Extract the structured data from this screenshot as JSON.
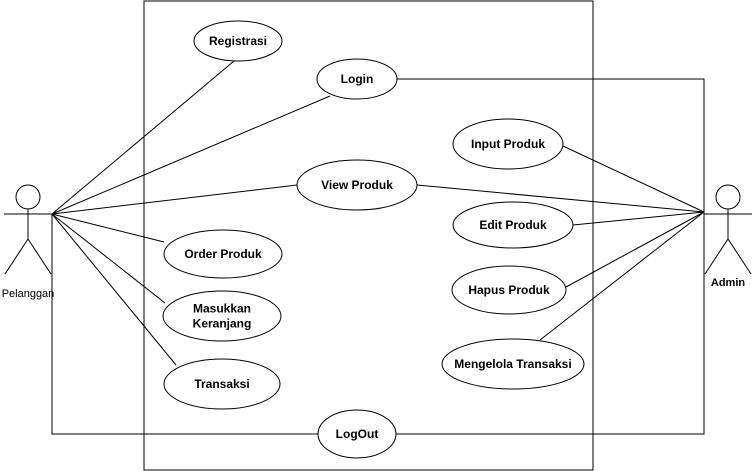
{
  "diagram": {
    "type": "use-case",
    "actors": [
      {
        "id": "pelanggan",
        "label": "Pelanggan"
      },
      {
        "id": "admin",
        "label": "Admin"
      }
    ],
    "use_cases": [
      {
        "id": "registrasi",
        "lines": [
          "Registrasi"
        ]
      },
      {
        "id": "login",
        "lines": [
          "Login"
        ]
      },
      {
        "id": "view-produk",
        "lines": [
          "View Produk"
        ]
      },
      {
        "id": "order-produk",
        "lines": [
          "Order Produk"
        ]
      },
      {
        "id": "masukkan-keranjang",
        "lines": [
          "Masukkan",
          "Keranjang"
        ]
      },
      {
        "id": "transaksi",
        "lines": [
          "Transaksi"
        ]
      },
      {
        "id": "logout",
        "lines": [
          "LogOut"
        ]
      },
      {
        "id": "input-produk",
        "lines": [
          "Input Produk"
        ]
      },
      {
        "id": "edit-produk",
        "lines": [
          "Edit Produk"
        ]
      },
      {
        "id": "hapus-produk",
        "lines": [
          "Hapus Produk"
        ]
      },
      {
        "id": "mengelola-transaksi",
        "lines": [
          "Mengelola Transaksi"
        ]
      }
    ],
    "associations": [
      {
        "actor": "pelanggan",
        "use_case": "registrasi"
      },
      {
        "actor": "pelanggan",
        "use_case": "login"
      },
      {
        "actor": "pelanggan",
        "use_case": "view-produk"
      },
      {
        "actor": "pelanggan",
        "use_case": "order-produk"
      },
      {
        "actor": "pelanggan",
        "use_case": "masukkan-keranjang"
      },
      {
        "actor": "pelanggan",
        "use_case": "transaksi"
      },
      {
        "actor": "pelanggan",
        "use_case": "logout"
      },
      {
        "actor": "admin",
        "use_case": "login"
      },
      {
        "actor": "admin",
        "use_case": "view-produk"
      },
      {
        "actor": "admin",
        "use_case": "input-produk"
      },
      {
        "actor": "admin",
        "use_case": "edit-produk"
      },
      {
        "actor": "admin",
        "use_case": "hapus-produk"
      },
      {
        "actor": "admin",
        "use_case": "mengelola-transaksi"
      },
      {
        "actor": "admin",
        "use_case": "logout"
      }
    ]
  }
}
